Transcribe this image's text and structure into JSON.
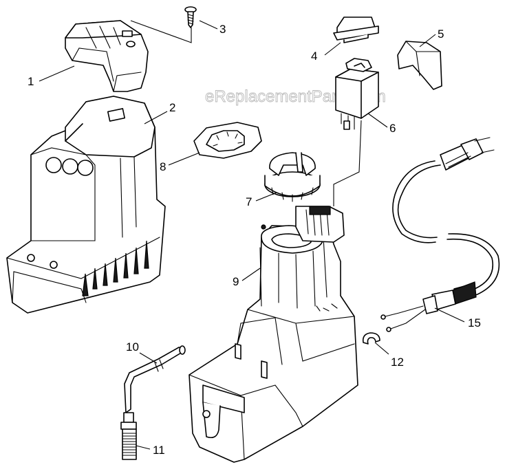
{
  "watermark": "eReplacementParts.com",
  "colors": {
    "line": "#000000",
    "background": "#ffffff",
    "watermark_stroke": "#b8b8b8"
  },
  "callouts": [
    {
      "id": "1",
      "label": "1"
    },
    {
      "id": "2",
      "label": "2"
    },
    {
      "id": "3",
      "label": "3"
    },
    {
      "id": "4",
      "label": "4"
    },
    {
      "id": "5",
      "label": "5"
    },
    {
      "id": "6",
      "label": "6"
    },
    {
      "id": "7",
      "label": "7"
    },
    {
      "id": "8",
      "label": "8"
    },
    {
      "id": "9",
      "label": "9"
    },
    {
      "id": "10",
      "label": "10"
    },
    {
      "id": "11",
      "label": "11"
    },
    {
      "id": "12",
      "label": "12"
    },
    {
      "id": "15",
      "label": "15"
    }
  ]
}
